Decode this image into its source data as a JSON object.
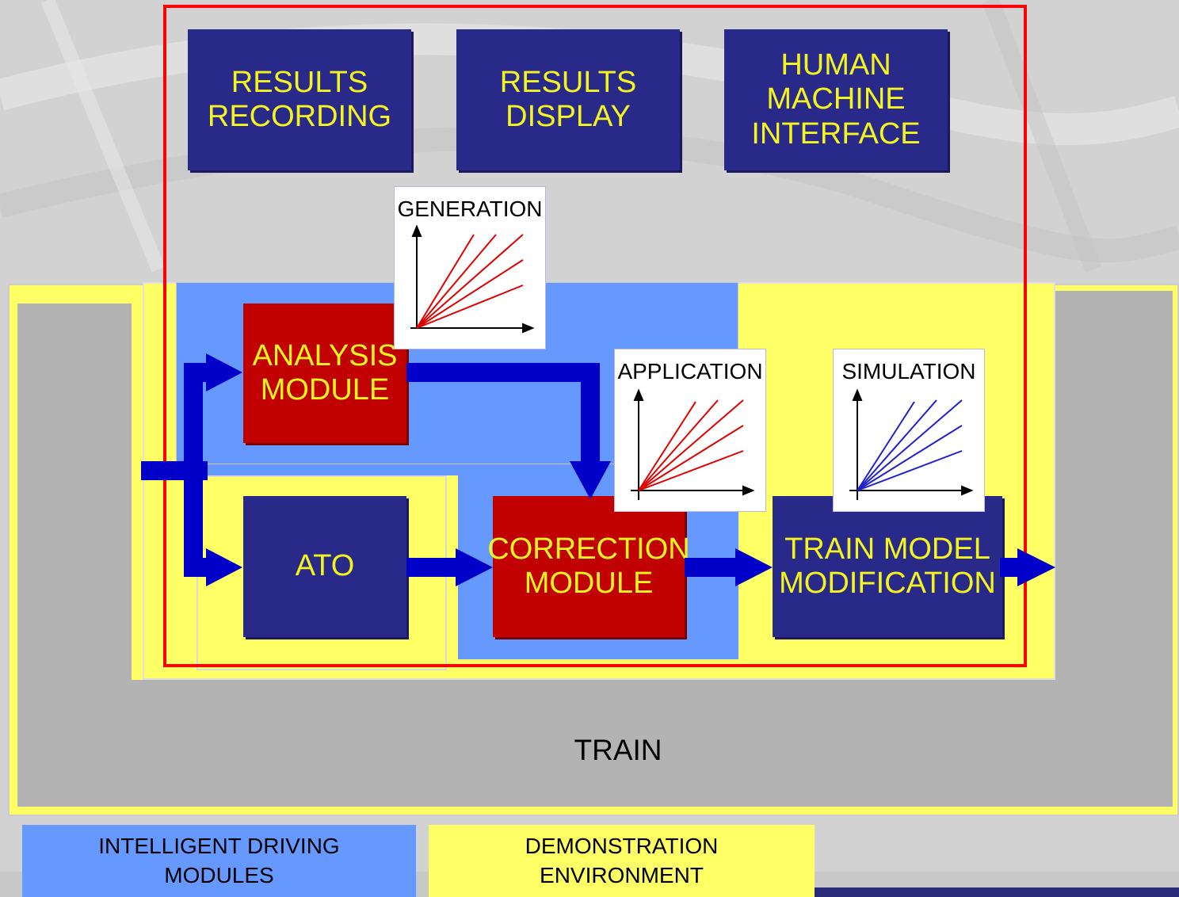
{
  "modules": {
    "results_recording": "RESULTS\nRECORDING",
    "results_display": "RESULTS\nDISPLAY",
    "hmi": "HUMAN\nMACHINE\nINTERFACE",
    "analysis": "ANALYSIS\nMODULE",
    "ato": "ATO",
    "correction": "CORRECTION\nMODULE",
    "train_model": "TRAIN MODEL\nMODIFICATION"
  },
  "charts": {
    "generation": "GENERATION",
    "application": "APPLICATION",
    "simulation": "SIMULATION"
  },
  "train": "TRAIN",
  "legend": {
    "intelligent": "INTELLIGENT DRIVING\nMODULES",
    "demonstration": "DEMONSTRATION\nENVIRONMENT"
  },
  "colors": {
    "navy": "#29298a",
    "red": "#c10000",
    "yellow": "#ffff66",
    "blue": "#6699ff",
    "gray": "#b3b3b3",
    "text_yellow": "#f5f51e",
    "arrow": "#0000c8",
    "frame": "#ff0000"
  }
}
